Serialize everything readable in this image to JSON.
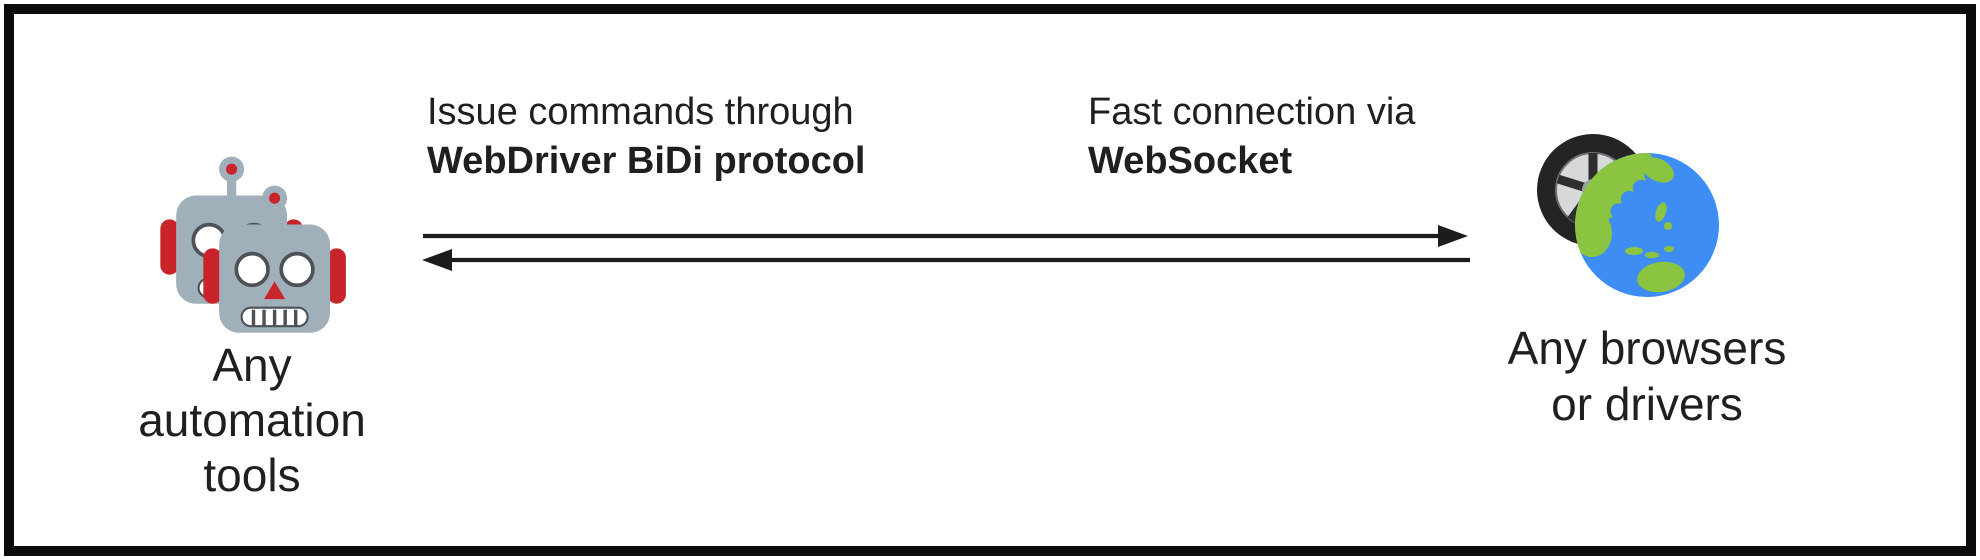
{
  "diagram": {
    "left_node": {
      "icon": "two-robots",
      "label_lines": [
        "Any",
        "automation",
        "tools"
      ]
    },
    "right_node": {
      "icon": "wheel-behind-globe",
      "label_lines": [
        "Any browsers",
        "or drivers"
      ]
    },
    "connection": {
      "left_label": {
        "line1": "Issue commands through",
        "line2": "WebDriver BiDi protocol"
      },
      "right_label": {
        "line1": "Fast connection via",
        "line2": "WebSocket"
      },
      "arrows": [
        {
          "name": "arrow-right",
          "direction": "left-to-right"
        },
        {
          "name": "arrow-left",
          "direction": "right-to-left"
        }
      ]
    }
  },
  "colors": {
    "background": "#ffffff",
    "frame_border": "#0c0c0c",
    "text": "#1f1f1f",
    "arrow": "#1c1c1c",
    "robot_gray": "#9fb0bb",
    "robot_red": "#c9242b",
    "robot_eye_outline": "#4e5256",
    "tire_dark": "#242424",
    "tire_rim": "#d6d8da",
    "globe_ocean": "#3d8df5",
    "globe_land": "#8bc440"
  }
}
